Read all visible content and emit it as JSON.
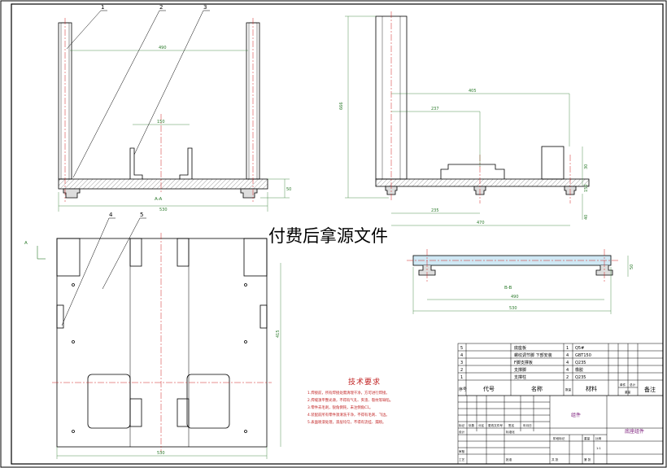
{
  "watermark": "付费后拿源文件",
  "balloons": [
    "1",
    "2",
    "3",
    "4",
    "5"
  ],
  "section_labels": {
    "aa": "A-A",
    "bb": "B-B",
    "view_a": "A"
  },
  "dimensions": {
    "front_inner": "490",
    "front_middle": "150",
    "front_overall": "530",
    "front_height": "50",
    "side_height": "666",
    "side_top": "405",
    "side_inner": "237",
    "side_base": "235",
    "side_overall": "470",
    "side_right_a": "30",
    "side_right_b": "150",
    "side_right_c": "40",
    "section_inner": "490",
    "section_overall": "530",
    "section_height": "50",
    "plan_height": "415",
    "plan_width": "530"
  },
  "notes": {
    "title": "技术要求",
    "lines": [
      "1.焊接前，所有焊接处需清理干净，方可进行焊接。",
      "2.焊缝须平整光滑，不得有气孔、夹渣、裂纹等缺陷。",
      "3.零件去毛刺，锐角倒钝，未注倒角C1。",
      "4.装配前所有零件须清洗干净，不得有毛刺、飞边。",
      "5.表面喷漆处理，漆层均匀，不得有流挂、漏喷。"
    ]
  },
  "bom": {
    "rows": [
      {
        "no": "5",
        "code": "",
        "name": "底座板",
        "qty": "1",
        "material": "Q5#",
        "note": ""
      },
      {
        "no": "4",
        "code": "",
        "name": "螺纹调节脚 下部安装",
        "qty": "4",
        "material": "GBT150",
        "note": ""
      },
      {
        "no": "3",
        "code": "",
        "name": "F脚支撑板",
        "qty": "4",
        "material": "Q235",
        "note": ""
      },
      {
        "no": "2",
        "code": "",
        "name": "支撑脚",
        "qty": "4",
        "material": "橡胶",
        "note": ""
      },
      {
        "no": "1",
        "code": "",
        "name": "支撑柱",
        "qty": "2",
        "material": "Q235",
        "note": ""
      }
    ],
    "header": {
      "no": "序号",
      "code": "代号",
      "name": "名称",
      "qty": "数量",
      "material": "材料",
      "single": "单件",
      "total": "总计",
      "weight": "重量",
      "note": "备注"
    }
  },
  "title_block": {
    "assembly": "组件",
    "drawing_name": "底座组件",
    "rev_labels": [
      "标记",
      "处数",
      "分区",
      "更改文件号",
      "签名",
      "年月日"
    ],
    "design": "设计",
    "standard": "标准化",
    "stage": "阶段标记",
    "weight": "重量",
    "scale": "比例",
    "scale_value": "1:1",
    "review": "审核",
    "process": "工艺",
    "approve": "批准",
    "sheets": "共 张",
    "sheet": "第 张"
  },
  "colors": {
    "frame": "#000000",
    "dimension": "#2a7a2a",
    "centerline": "#d02020",
    "hidden": "#b02020",
    "note": "#c02020",
    "hatch": "#444444"
  }
}
